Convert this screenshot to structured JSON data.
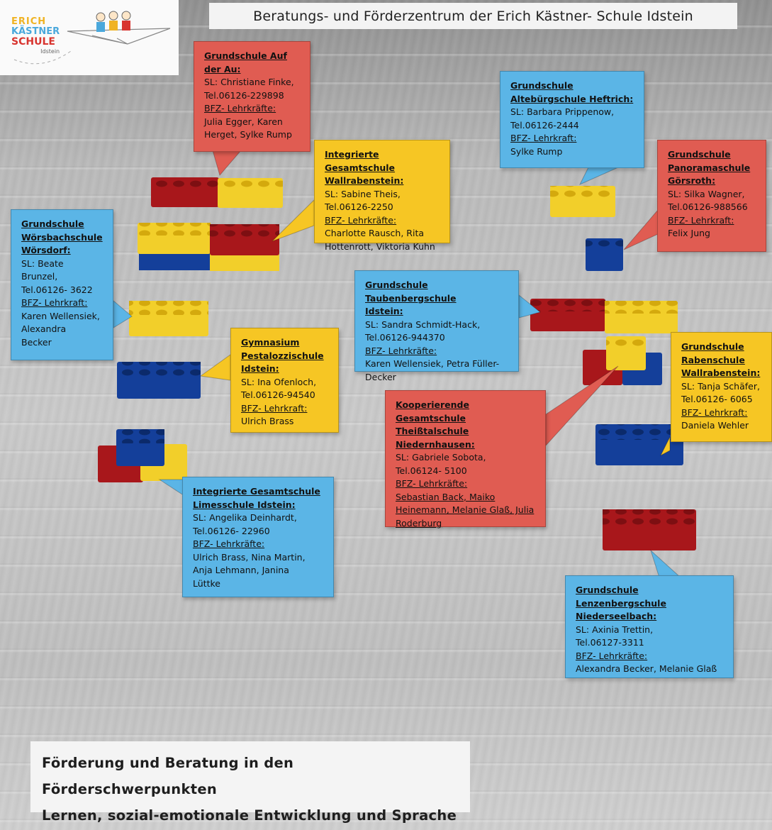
{
  "header": {
    "title": "Beratungs- und Förderzentrum der Erich Kästner- Schule Idstein"
  },
  "logo": {
    "line1": "ERICH",
    "line2": "KÄSTNER",
    "line3": "SCHULE",
    "line4": "Idstein"
  },
  "schools": [
    {
      "name_1": "Grundschule Auf",
      "name_2": "der Au:",
      "lines": [
        "SL: Christiane Finke,",
        "Tel.06126-229898"
      ],
      "staff_label": "BFZ- Lehrkräfte:",
      "staff": [
        "Julia Egger, Karen",
        "Herget,  Sylke Rump"
      ]
    },
    {
      "name_1": "Grundschule",
      "name_2": "Altebürgschule Heftrich:",
      "lines": [
        "SL: Barbara Prippenow,",
        "Tel.06126-2444"
      ],
      "staff_label": "BFZ- Lehrkraft:",
      "staff": [
        "Sylke Rump"
      ]
    },
    {
      "name_1": "Integrierte Gesamtschule",
      "name_2": "Wallrabenstein:",
      "lines": [
        "SL: Sabine Theis,",
        "Tel.06126-2250"
      ],
      "staff_label": "BFZ- Lehrkräfte:",
      "staff": [
        "Charlotte Rausch, Rita",
        "Hottenrott, Viktoria Kuhn"
      ]
    },
    {
      "name_1": "Grundschule",
      "name_2": "Panoramaschule",
      "name_3": "Görsroth:",
      "lines": [
        "SL: Silka Wagner,",
        "Tel.06126-988566"
      ],
      "staff_label": "BFZ- Lehrkraft:",
      "staff": [
        "Felix Jung"
      ]
    },
    {
      "name_1": "Grundschule",
      "name_2": "Wörsbachschule",
      "name_3": "Wörsdorf:",
      "lines": [
        "SL: Beate",
        "Brunzel,",
        "Tel.06126- 3622"
      ],
      "staff_label": "BFZ- Lehrkraft:",
      "staff": [
        "Karen Wellensiek,",
        "Alexandra",
        "Becker"
      ]
    },
    {
      "name_1": "Grundschule Taubenbergschule",
      "name_2": "Idstein:",
      "lines": [
        "SL: Sandra Schmidt-Hack,",
        "Tel.06126-944370"
      ],
      "staff_label": "BFZ- Lehrkräfte:",
      "staff": [
        "Karen Wellensiek, Petra Füller-",
        "Decker"
      ]
    },
    {
      "name_1": "Gymnasium",
      "name_2": "Pestalozzischule",
      "name_3": "Idstein:",
      "lines": [
        "SL: Ina Ofenloch,",
        "Tel.06126-94540"
      ],
      "staff_label": "BFZ- Lehrkraft:",
      "staff": [
        "Ulrich Brass"
      ]
    },
    {
      "name_1": "Grundschule",
      "name_2": "Rabenschule",
      "name_3": "Wallrabenstein:",
      "lines": [
        "SL: Tanja Schäfer,",
        "Tel.06126- 6065"
      ],
      "staff_label": "BFZ- Lehrkraft:",
      "staff": [
        "Daniela Wehler"
      ]
    },
    {
      "name_1": "Kooperierende Gesamtschule",
      "name_2": "Theißtalschule",
      "name_3": "Niedernhausen:",
      "lines": [
        "SL: Gabriele  Sobota,",
        "Tel.06124- 5100"
      ],
      "staff_label": "BFZ- Lehrkräfte:",
      "staff": [
        "Sebastian Back, Maiko",
        "Heinemann, Melanie Glaß, Julia",
        "Roderburg"
      ]
    },
    {
      "name_1": "Integrierte Gesamtschule",
      "name_2": "Limesschule Idstein:",
      "lines": [
        "SL: Angelika Deinhardt,",
        "Tel.06126- 22960"
      ],
      "staff_label": "BFZ- Lehrkräfte:",
      "staff": [
        "Ulrich  Brass, Nina Martin,",
        "Anja Lehmann, Janina",
        "Lüttke"
      ]
    },
    {
      "name_1": "Grundschule Lenzenbergschule",
      "name_2": "Niederseelbach:",
      "lines": [
        "SL: Axinia Trettin,",
        "Tel.06127-3311"
      ],
      "staff_label": "BFZ- Lehrkräfte:",
      "staff": [
        "Alexandra Becker, Melanie Glaß"
      ]
    }
  ],
  "footer": {
    "line1": "Förderung und Beratung in den Förderschwerpunkten",
    "line2": "Lernen, sozial-emotionale Entwicklung und Sprache"
  },
  "colors": {
    "blue": "#5bb5e6",
    "red": "#e05c52",
    "yellow": "#f6c624",
    "brick_red": "#a8171b",
    "brick_yellow": "#f2cf2a",
    "brick_blue": "#143f9a"
  }
}
